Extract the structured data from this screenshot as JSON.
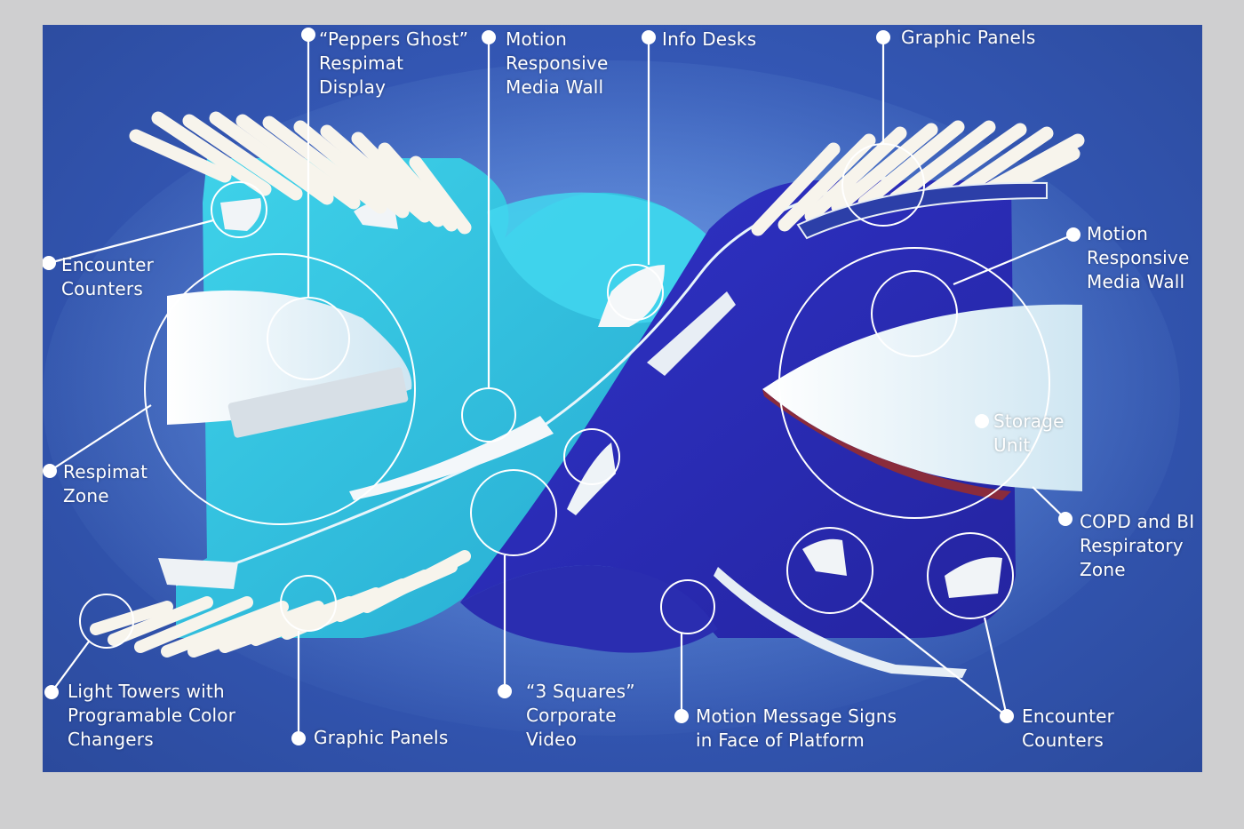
{
  "colors": {
    "page_bg": "#cfcfd0",
    "panel_bg": "#3559b8",
    "cyan_zone": "#35c9e6",
    "blue_zone": "#2a2fb8",
    "callout": "#ffffff"
  },
  "labels": {
    "peppers_ghost": "“Peppers Ghost”\nRespimat\nDisplay",
    "motion_wall_top": "Motion\nResponsive\nMedia Wall",
    "info_desks": "Info Desks",
    "graphic_panels_top": "Graphic Panels",
    "encounter_counters_left": "Encounter\nCounters",
    "motion_wall_right": "Motion\nResponsive\nMedia Wall",
    "storage_unit": "Storage\nUnit",
    "respimat_zone": "Respimat\nZone",
    "copd_zone": "COPD and BI\nRespiratory\nZone",
    "light_towers": "Light Towers with\nProgramable Color\nChangers",
    "graphic_panels_bottom": "Graphic Panels",
    "three_squares": "“3 Squares”\nCorporate\nVideo",
    "motion_signs": "Motion Message Signs\nin Face of Platform",
    "encounter_counters_right": "Encounter\nCounters"
  }
}
